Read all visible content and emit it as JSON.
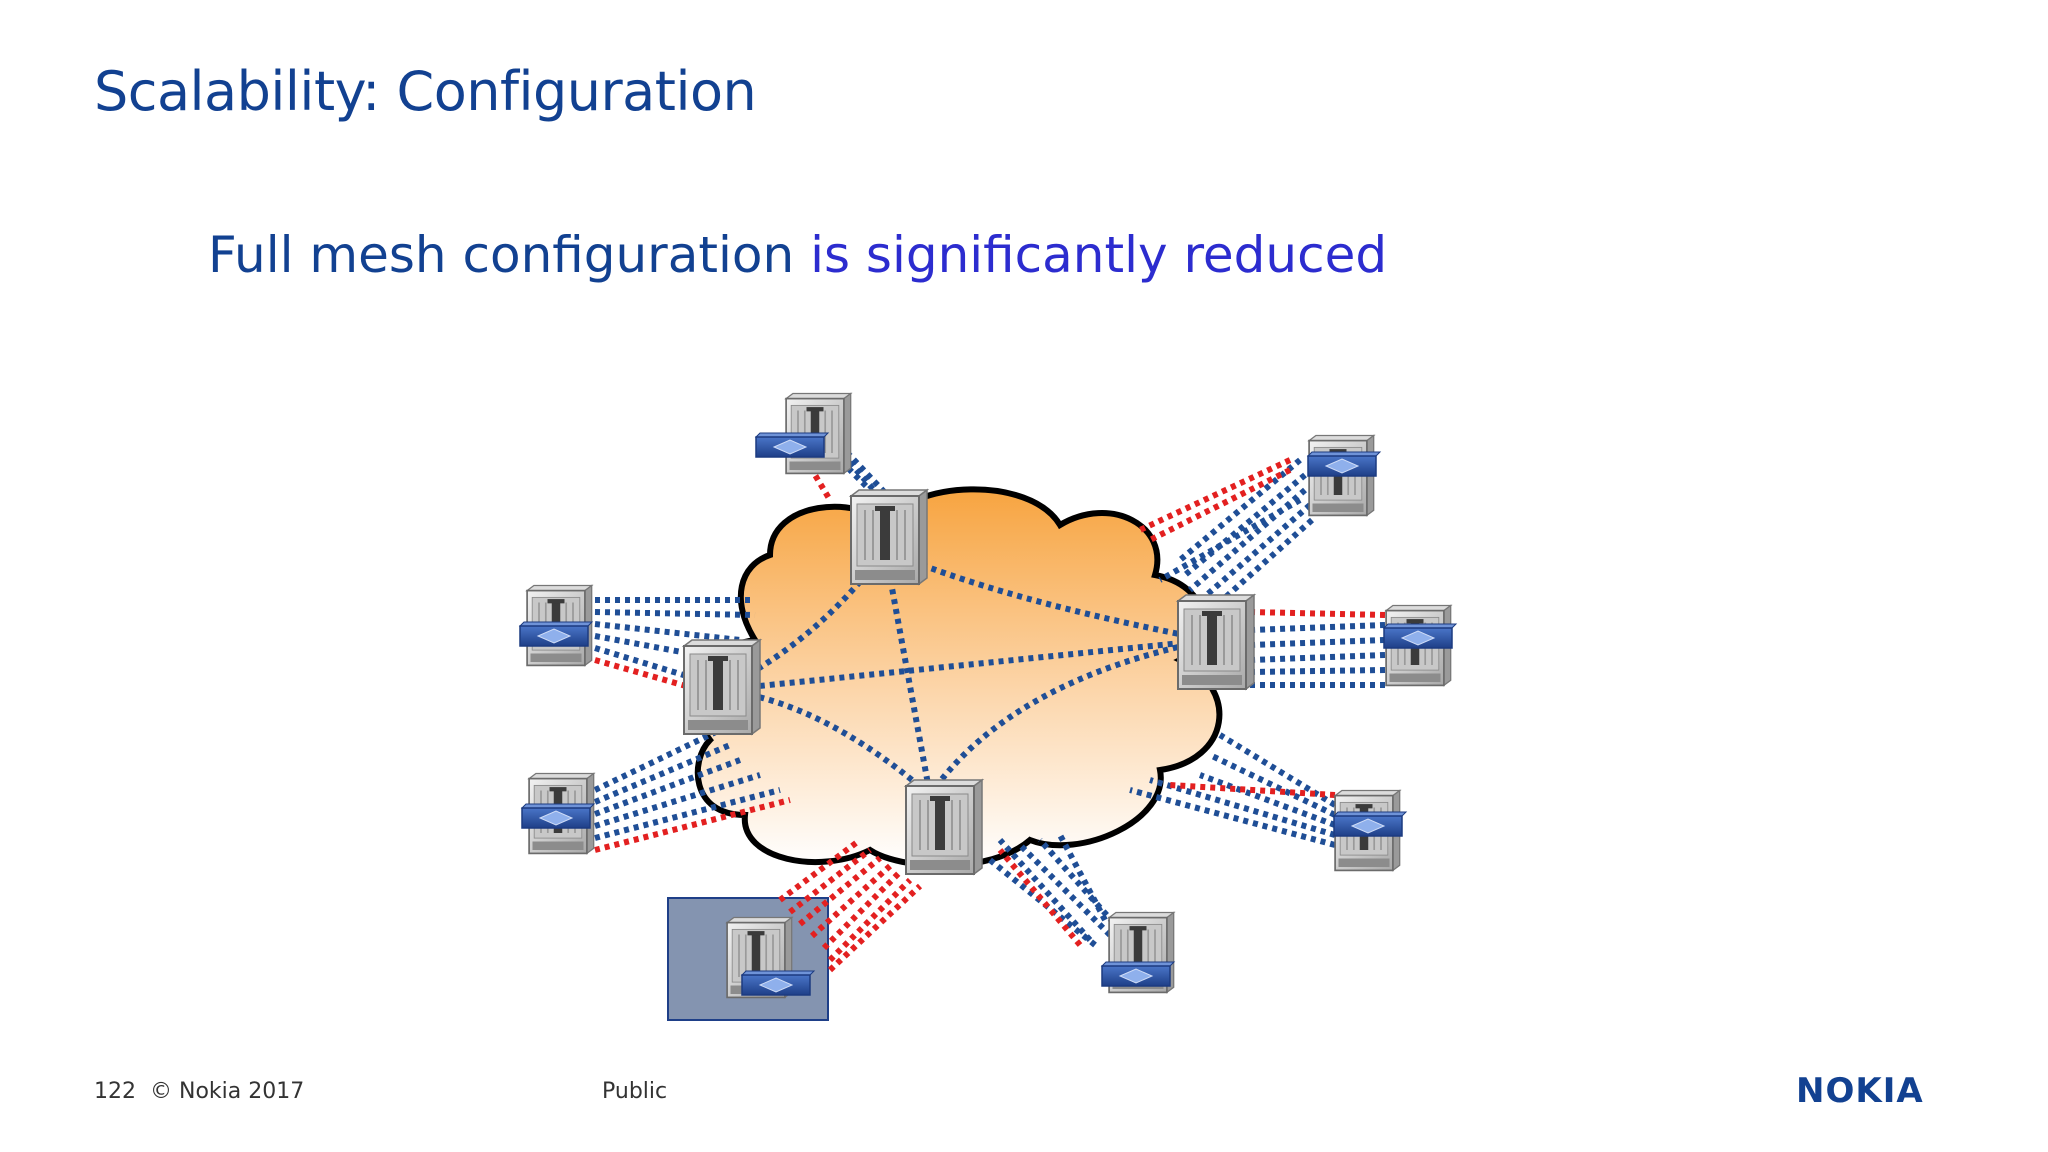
{
  "slide": {
    "title": "Scalability: Configuration",
    "subtitle_part1": "Full mesh configuration",
    "subtitle_part2": "is significantly reduced"
  },
  "footer": {
    "page_number": "122",
    "copyright": "© Nokia 2017",
    "classification": "Public"
  },
  "logo": {
    "text": "NOKIA"
  },
  "colors": {
    "title": "#124191",
    "highlight": "#2c2ccf",
    "ibgp_blue": "#1f4e96",
    "ebgp_red": "#e32020",
    "cloud_top": "#f7a440",
    "cloud_bottom": "#ffffff"
  },
  "diagram": {
    "cloud_routers": [
      "router-top",
      "router-left",
      "router-right",
      "router-bottom"
    ],
    "edge_routers": [
      "edge-top",
      "edge-top-right",
      "edge-right",
      "edge-right-lower",
      "edge-bottom-right",
      "edge-bottom-left-boxed",
      "edge-left-lower",
      "edge-left-upper"
    ]
  }
}
